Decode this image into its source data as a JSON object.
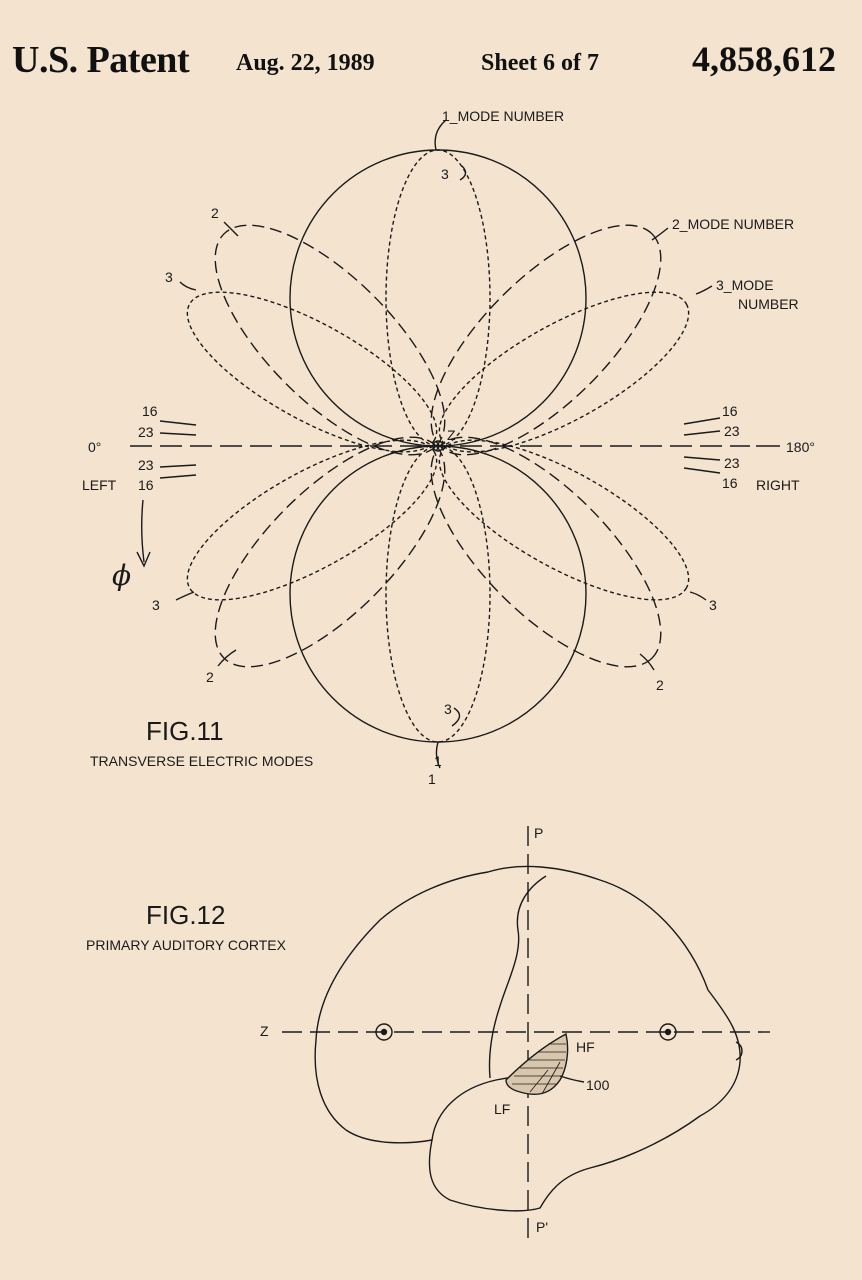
{
  "header": {
    "title": "U.S. Patent",
    "date": "Aug. 22, 1989",
    "sheet": "Sheet 6 of 7",
    "patent_number": "4,858,612"
  },
  "fig11": {
    "label": "FIG.11",
    "caption": "TRANSVERSE ELECTRIC MODES",
    "mode1_label": "1_MODE NUMBER",
    "mode2_label": "2_MODE NUMBER",
    "mode3_label_a": "3_MODE",
    "mode3_label_b": "NUMBER",
    "lobe_num_1": "1",
    "lobe_num_2": "2",
    "lobe_num_3": "3",
    "center_label": "Z",
    "angle_left": "0°",
    "angle_right": "180°",
    "side_left": "LEFT",
    "side_right": "RIGHT",
    "ref_16": "16",
    "ref_23": "23",
    "phi": "ϕ"
  },
  "fig12": {
    "label": "FIG.12",
    "caption": "PRIMARY AUDITORY CORTEX",
    "axis_p": "P",
    "axis_p_prime": "P'",
    "axis_z": "Z",
    "hf": "HF",
    "lf": "LF",
    "ref_100": "100"
  },
  "colors": {
    "paper": "#f4e4cf",
    "ink": "#1a1a1a"
  }
}
